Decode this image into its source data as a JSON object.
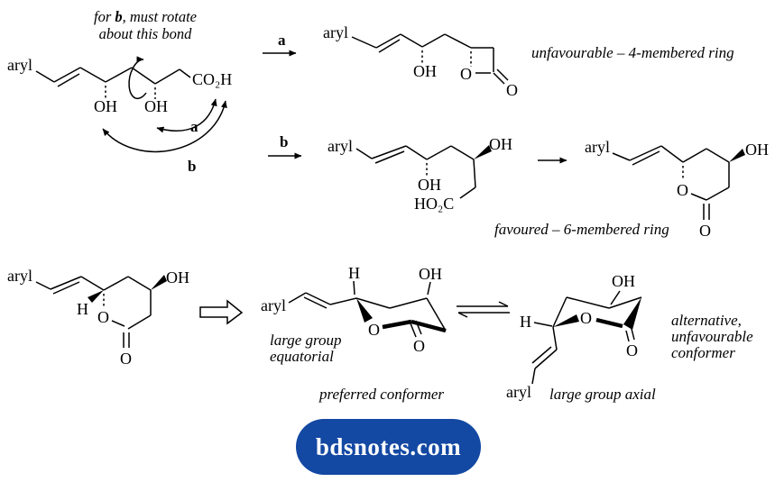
{
  "colors": {
    "ink": "#000000",
    "pill_bg": "#1348a3",
    "pill_text": "#ffffff"
  },
  "note": {
    "line1_pre": "for ",
    "line1_b": "b",
    "line1_post": ", must rotate",
    "line2": "about this bond"
  },
  "labels": {
    "aryl": "aryl",
    "oh": "OH",
    "h": "H",
    "o": "O",
    "co2h": "CO₂H",
    "ho2c": "HO₂C",
    "a": "a",
    "b": "b"
  },
  "captions": {
    "unfavourable": "unfavourable – 4-membered ring",
    "favoured": "favoured – 6-membered ring",
    "large_equatorial_1": "large group",
    "large_equatorial_2": "equatorial",
    "preferred": "preferred conformer",
    "alternative_1": "alternative,",
    "alternative_2": "unfavourable",
    "alternative_3": "conformer",
    "large_axial": "large group axial"
  },
  "watermark": {
    "text": "bdsnotes.com"
  }
}
